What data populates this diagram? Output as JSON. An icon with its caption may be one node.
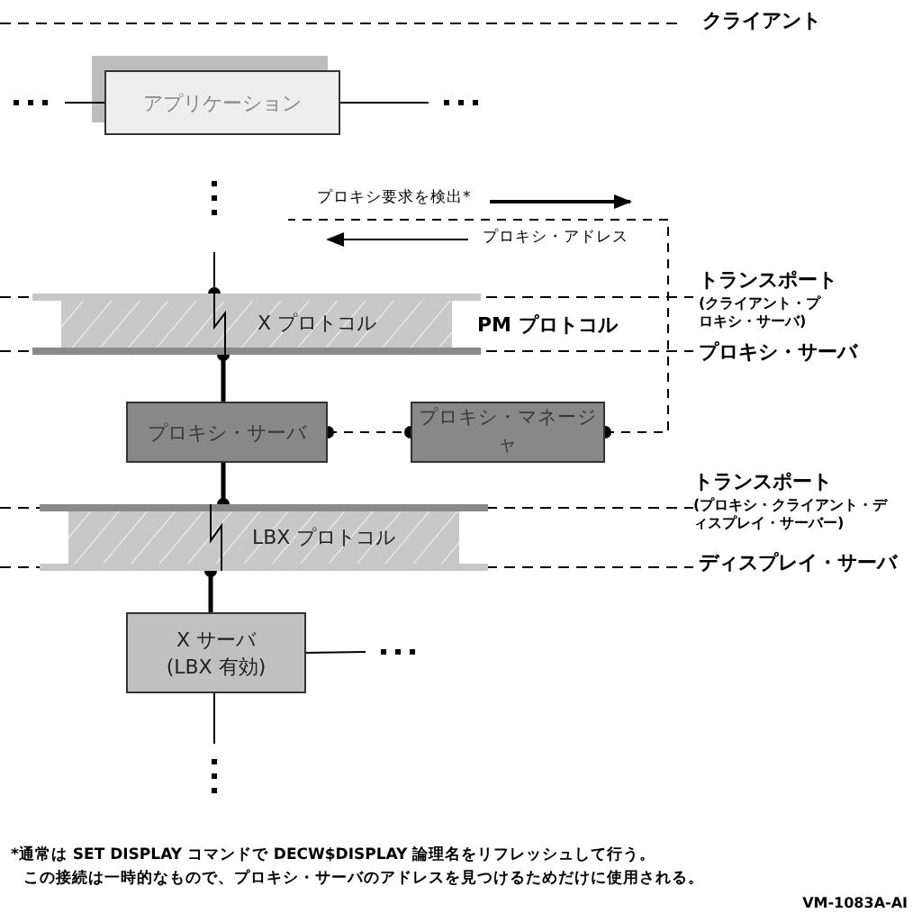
{
  "diagram": {
    "nodes": [
      {
        "text": [
          "アプリケーション"
        ]
      },
      {
        "text": [
          "X プロトコル"
        ]
      },
      {
        "text": [
          "プロキシ・サーバ"
        ]
      },
      {
        "text": [
          "プロキシ・マネージャ"
        ]
      },
      {
        "text": [
          "LBX プロトコル"
        ]
      },
      {
        "text": [
          "X サーバ (LBX 有効)"
        ]
      }
    ],
    "edges": [
      {
        "from": null,
        "to": 0,
        "arrow": "none"
      },
      {
        "from": 0,
        "to": null,
        "arrow": "none"
      },
      {
        "from": null,
        "to": 1,
        "arrow": "other"
      },
      {
        "from": 1,
        "to": 2,
        "arrow": "other",
        "style": "thick"
      },
      {
        "from": 2,
        "to": 4,
        "arrow": "other",
        "style": "thick"
      },
      {
        "from": 4,
        "to": 5,
        "arrow": "other",
        "style": "thick"
      },
      {
        "from": 2,
        "to": 3,
        "arrow": "other",
        "style": "dashed"
      },
      {
        "from": 3,
        "to": null,
        "arrow": "other",
        "style": "dashed"
      },
      {
        "from": 5,
        "to": null,
        "arrow": "none"
      },
      {
        "from": 5,
        "to": null,
        "arrow": "none"
      }
    ],
    "labels": [
      "クライアント",
      "プロキシ要求を検出*",
      "プロキシ・アドレス",
      "トランスポート",
      "(クライアント・プロキシ・サーバ)",
      "PM プロトコル",
      "プロキシ・サーバ",
      "トランスポート",
      "(プロキシ・クライアント・ディスプレイ・サーバー)",
      "ディスプレイ・サーバ",
      "*通常は SET DISPLAY コマンドで DECW$DISPLAY 論理名をリフレッシュして行う。",
      "この接続は一時的なもので、プロキシ・サーバのアドレスを見つけるためだけに使用される。",
      "VM-1083A-AI"
    ]
  }
}
